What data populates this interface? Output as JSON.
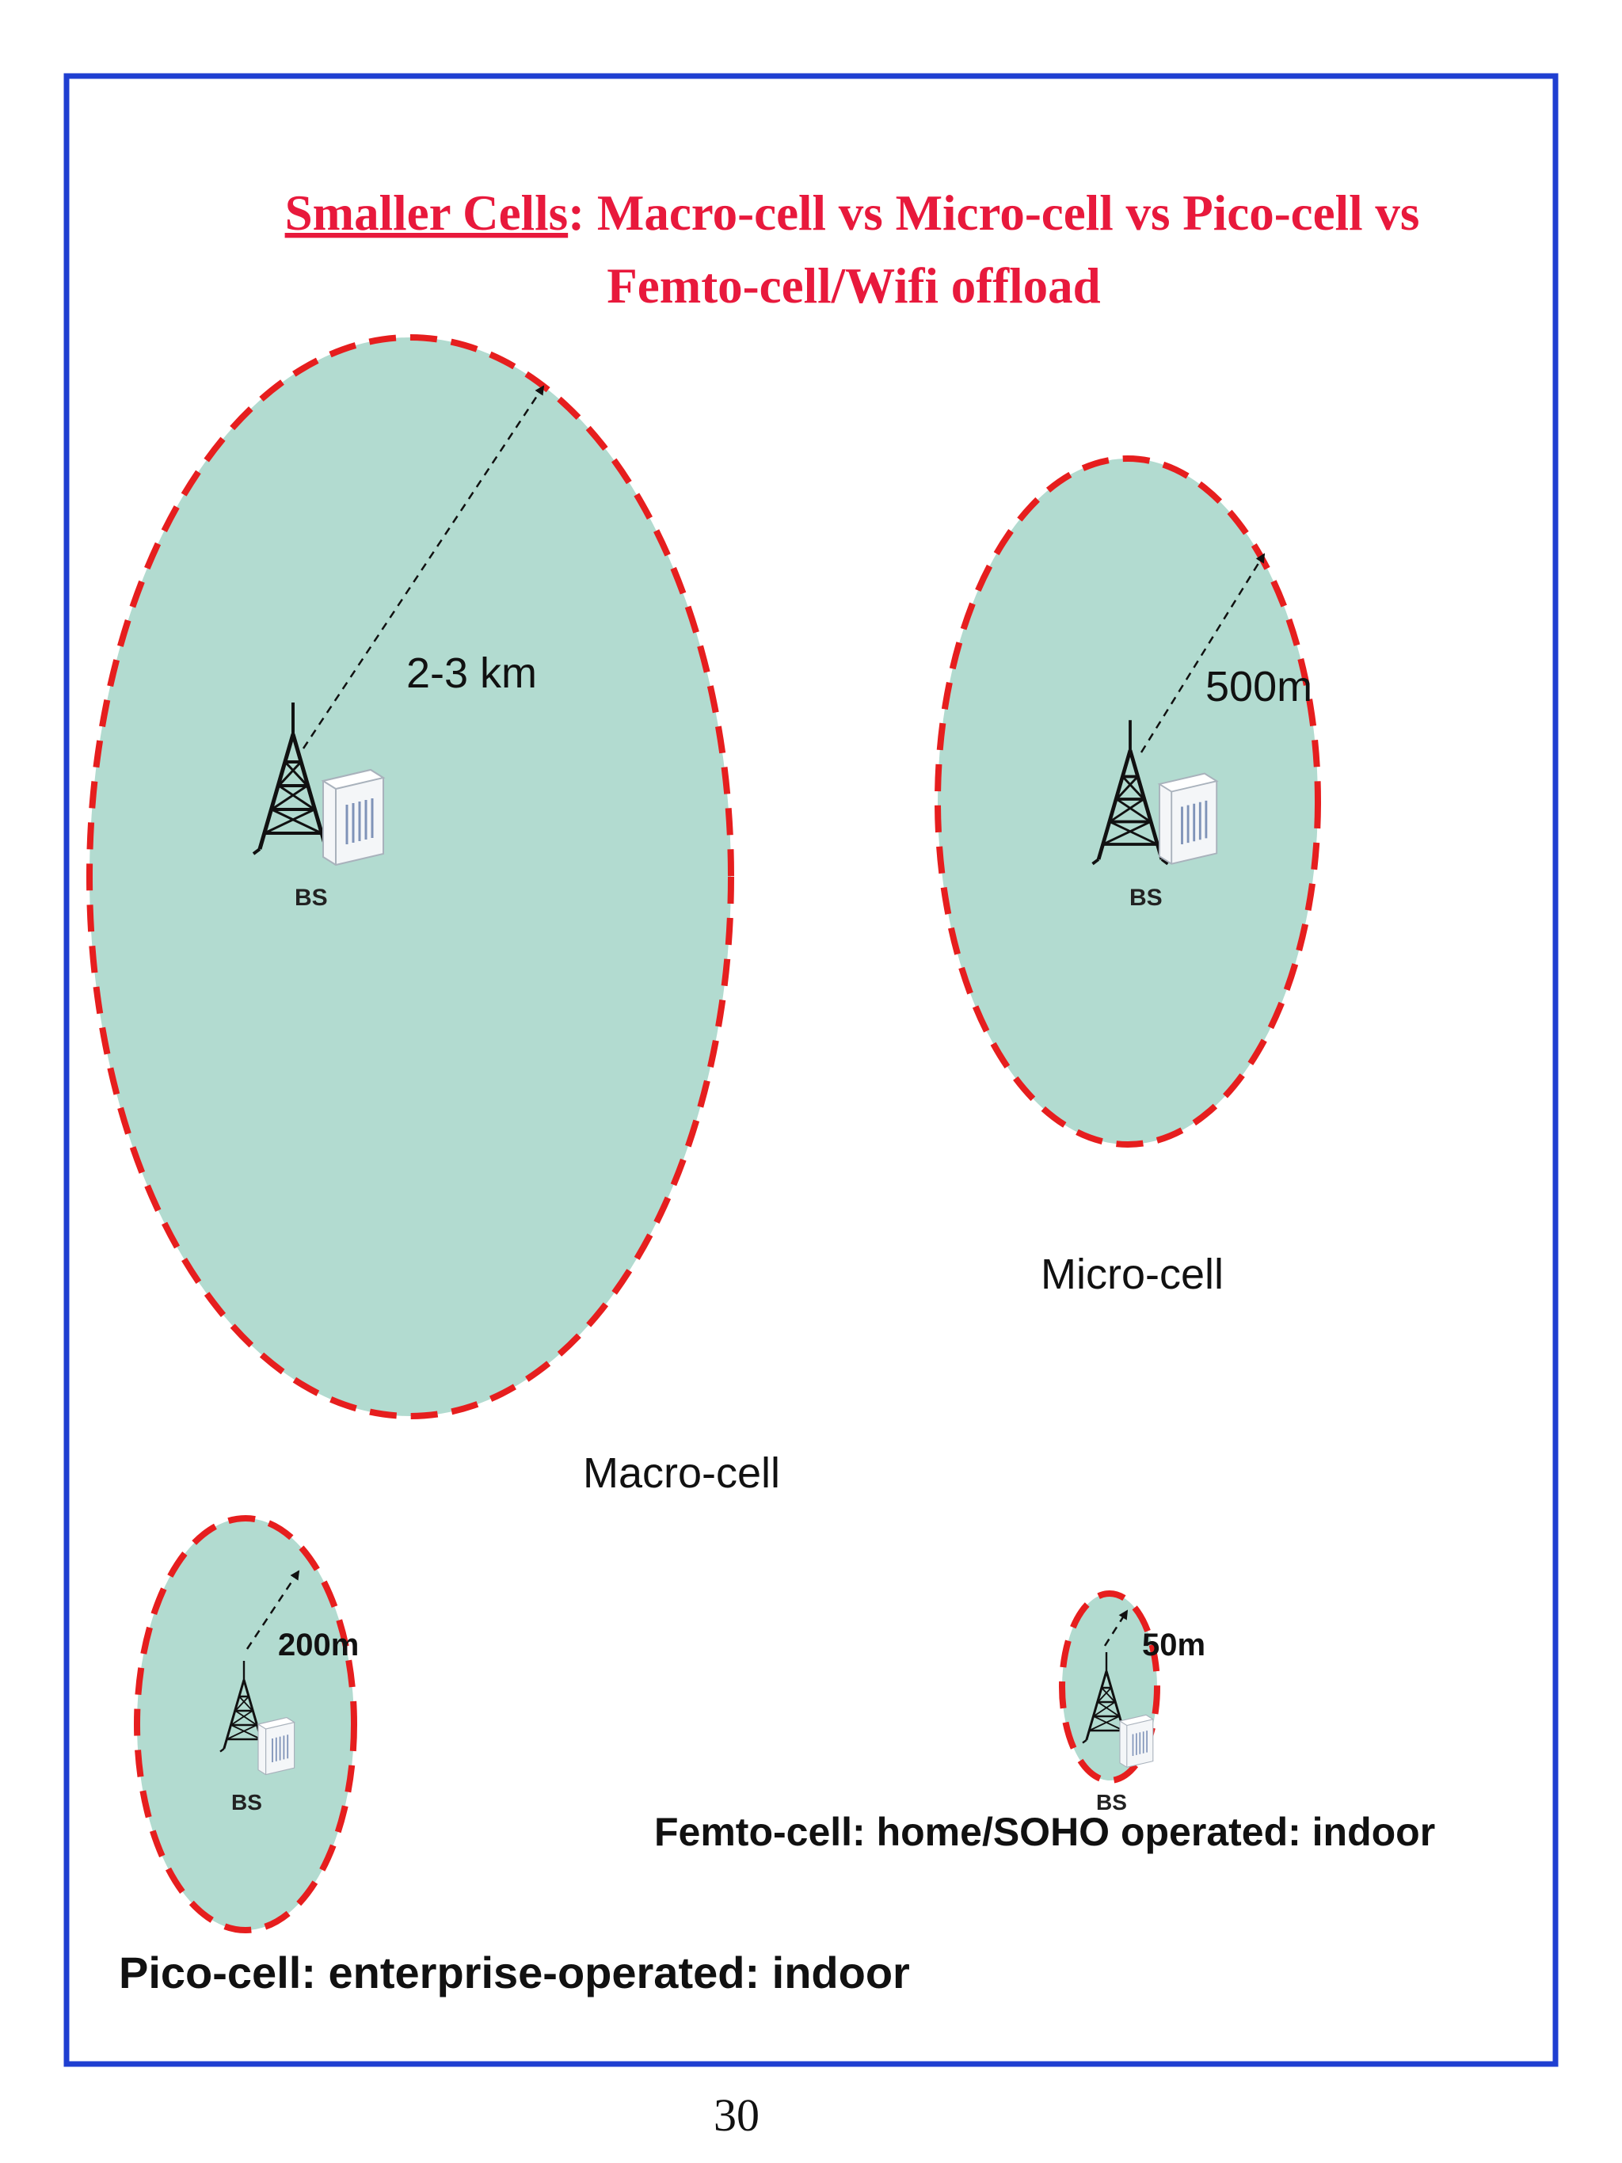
{
  "title": {
    "highlight": "Smaller Cells",
    "rest_line1": ": Macro-cell vs Micro-cell vs Pico-cell vs",
    "line2": "Femto-cell/Wifi offload"
  },
  "cells": {
    "macro": {
      "radius_label": "2-3 km",
      "name": "Macro-cell",
      "bs_label": "BS"
    },
    "micro": {
      "radius_label": "500m",
      "name": "Micro-cell",
      "bs_label": "BS"
    },
    "pico": {
      "radius_label": "200m",
      "description": "Pico-cell: enterprise-operated: indoor",
      "bs_label": "BS"
    },
    "femto": {
      "radius_label": "50m",
      "description": "Femto-cell: home/SOHO operated: indoor",
      "bs_label": "BS"
    }
  },
  "page_number": "30",
  "colors": {
    "title": "#e8193c",
    "frame": "#1f3fd1",
    "cell_fill": "#b2dbd0",
    "cell_border": "#e61e1e"
  }
}
